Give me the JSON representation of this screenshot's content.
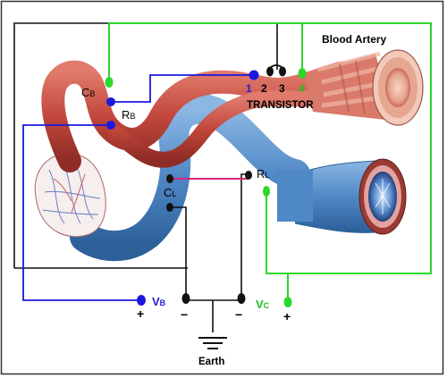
{
  "title": "Blood Artery",
  "transistor": {
    "label": "TRANSISTOR",
    "pins": [
      "1",
      "2",
      "3",
      "4"
    ]
  },
  "components": {
    "cb": {
      "main": "C",
      "sub": "B"
    },
    "rb": {
      "main": "R",
      "sub": "B"
    },
    "cl": {
      "main": "C",
      "sub": "L"
    },
    "rl": {
      "main": "R",
      "sub": "L"
    }
  },
  "supplies": {
    "vb": {
      "main": "V",
      "sub": "B",
      "plus": "+",
      "minus": "−"
    },
    "vc": {
      "main": "V",
      "sub": "C",
      "plus": "+",
      "minus": "−"
    }
  },
  "ground": {
    "label": "Earth"
  },
  "colors": {
    "blue_wire": "#1a1adf",
    "green_wire": "#2bd82b",
    "pink_wire": "#d4267a",
    "black_wire": "#111111",
    "artery": "#c44a3f",
    "vein": "#4a86c8",
    "green_text": "#22c022",
    "blue_text": "#1f1fd0"
  }
}
